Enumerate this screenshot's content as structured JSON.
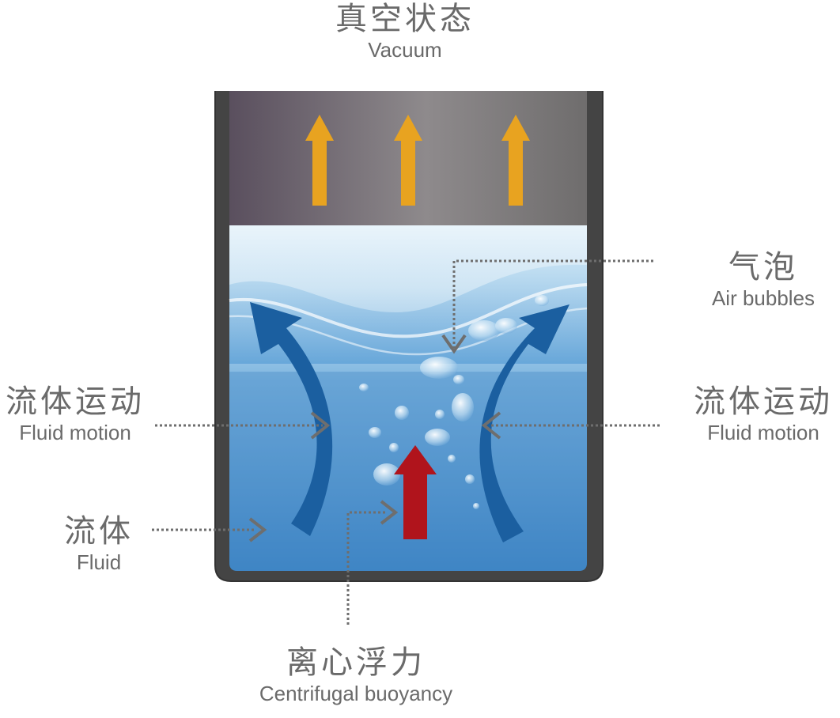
{
  "labels": {
    "vacuum": {
      "zh": "真空状态",
      "en": "Vacuum"
    },
    "air_bubbles": {
      "zh": "气泡",
      "en": "Air bubbles"
    },
    "fluid_motion_left": {
      "zh": "流体运动",
      "en": "Fluid motion"
    },
    "fluid_motion_right": {
      "zh": "流体运动",
      "en": "Fluid motion"
    },
    "fluid": {
      "zh": "流体",
      "en": "Fluid"
    },
    "centrifugal_buoyancy": {
      "zh": "离心浮力",
      "en": "Centrifugal buoyancy"
    }
  },
  "colors": {
    "vacuum_arrow": "#e8a320",
    "flow_arrow": "#1b5fa0",
    "buoyancy_arrow": "#b0141c",
    "pointer": "#6e6e6e",
    "container": "#4a4a4a"
  }
}
